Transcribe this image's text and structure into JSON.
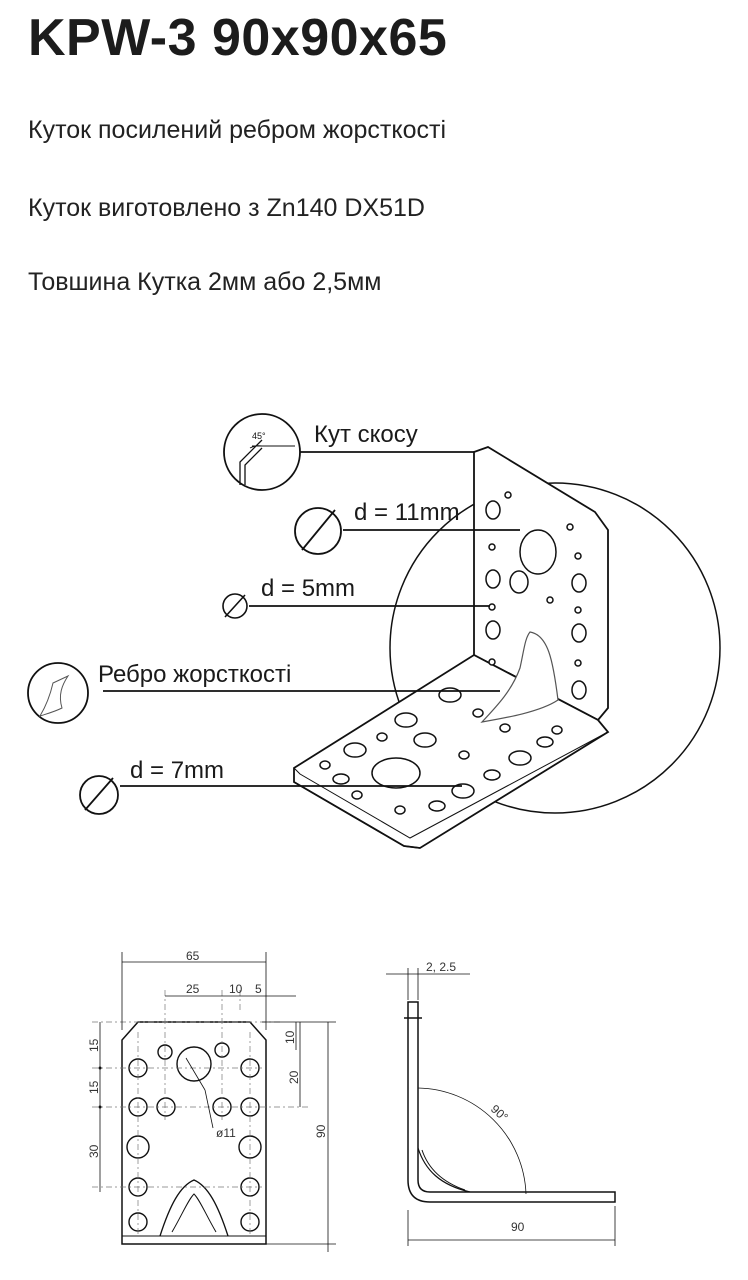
{
  "title": "KPW-3 90x90x65",
  "description": [
    "Куток посилений ребром жорсткості",
    "Куток виготовлено з Zn140 DX51D",
    "Товшина Кутка 2мм або 2,5мм"
  ],
  "callouts": {
    "bevel": {
      "label": "Кут скосу",
      "badge": "45°"
    },
    "hole_large": {
      "label": "d = 11mm"
    },
    "hole_small": {
      "label": "d = 5mm"
    },
    "rib": {
      "label": "Ребро жорсткості"
    },
    "hole_medium": {
      "label": "d = 7mm"
    }
  },
  "drawing_front": {
    "width": "65",
    "offset_25": "25",
    "offset_10": "10",
    "offset_5": "5",
    "left_15a": "15",
    "left_15b": "15",
    "left_30": "30",
    "right_10": "10",
    "right_20": "20",
    "height": "90",
    "hole_dia": "ø11"
  },
  "drawing_side": {
    "thickness": "2, 2.5",
    "angle": "90°",
    "length": "90"
  }
}
